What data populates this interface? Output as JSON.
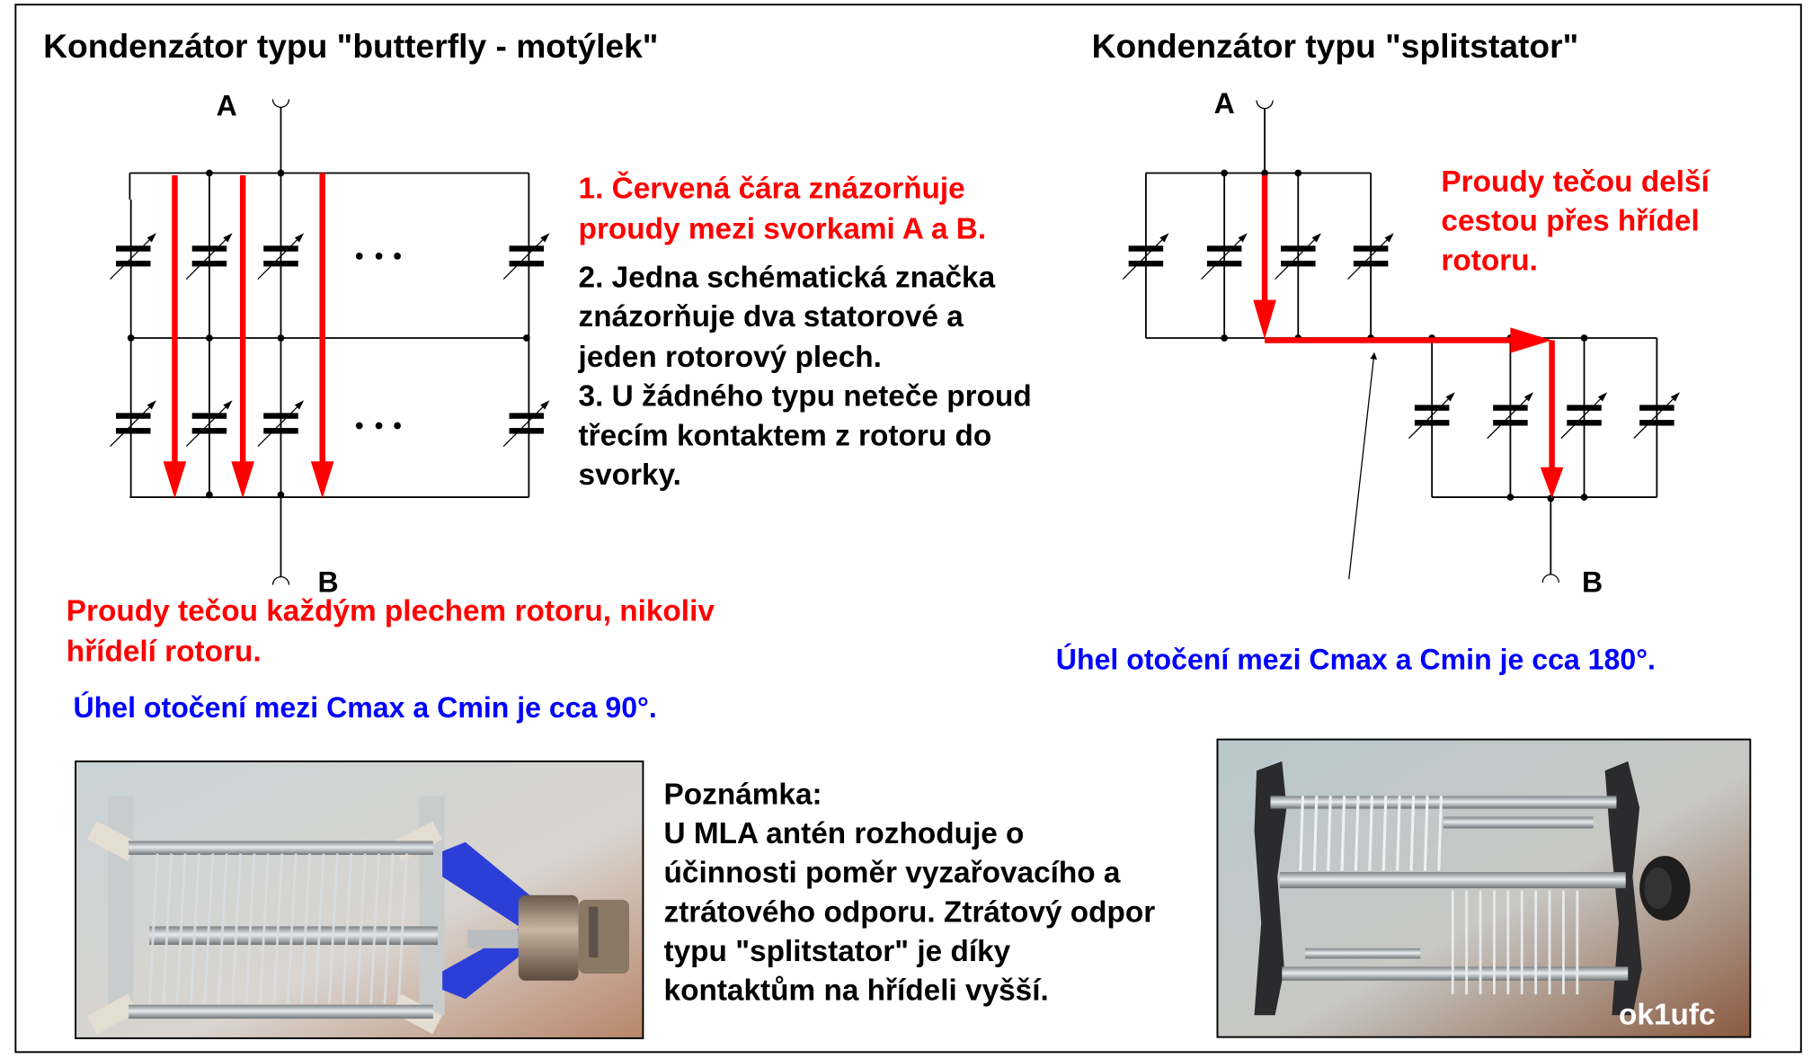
{
  "butterfly": {
    "title": "Kondenzátor typu \"butterfly - motýlek\"",
    "terminal_a": "A",
    "terminal_b": "B",
    "notes": [
      {
        "text": "1. Červená čára znázorňuje",
        "color": "#ff0000"
      },
      {
        "text": "proudy mezi svorkami A a B.",
        "color": "#ff0000"
      },
      {
        "text": "2. Jedna schématická značka",
        "color": "#000000"
      },
      {
        "text": "znázorňuje dva statorové a",
        "color": "#000000"
      },
      {
        "text": "jeden rotorový plech.",
        "color": "#000000"
      },
      {
        "text": "3. U žádného typu neteče proud",
        "color": "#000000"
      },
      {
        "text": "třecím kontaktem z rotoru do",
        "color": "#000000"
      },
      {
        "text": "svorky.",
        "color": "#000000"
      }
    ],
    "current_note": [
      "Proudy tečou každým plechem rotoru, nikoliv",
      "hřídelí rotoru."
    ],
    "angle_note": "Úhel otočení mezi Cmax a Cmin je cca 90°."
  },
  "splitstator": {
    "title": "Kondenzátor typu \"splitstator\"",
    "terminal_a": "A",
    "terminal_b": "B",
    "current_note": [
      "Proudy tečou delší",
      "cestou přes hřídel",
      "rotoru."
    ],
    "angle_note": "Úhel otočení mezi Cmax a Cmin je cca 180°."
  },
  "remark": {
    "heading": "Poznámka:",
    "lines": [
      "U MLA antén rozhoduje o",
      "účinnosti poměr vyzařovacího a",
      "ztrátového odporu. Ztrátový odpor",
      "typu \"splitstator\" je díky",
      "kontaktům na hřídeli vyšší."
    ]
  },
  "photos": {
    "butterfly_photo": "butterfly-capacitor-photo",
    "splitstator_photo": "splitstator-capacitor-photo",
    "watermark": "ok1ufc"
  },
  "colors": {
    "current_flow": "#ff0000",
    "angle_note": "#0000ff",
    "text": "#000000"
  }
}
